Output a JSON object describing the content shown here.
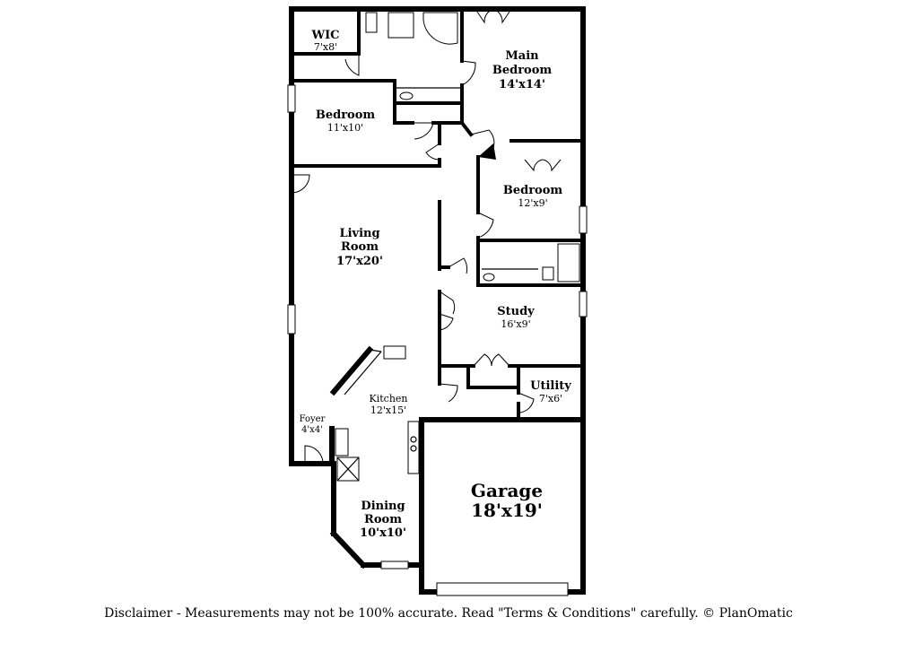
{
  "rooms": {
    "wic": {
      "name": "WIC",
      "size": "7'x8'"
    },
    "main_bedroom": {
      "name_line1": "Main",
      "name_line2": "Bedroom",
      "size": "14'x14'"
    },
    "bedroom_1": {
      "name": "Bedroom",
      "size": "11'x10'"
    },
    "bedroom_2": {
      "name": "Bedroom",
      "size": "12'x9'"
    },
    "living_room": {
      "name_line1": "Living",
      "name_line2": "Room",
      "size": "17'x20'"
    },
    "study": {
      "name": "Study",
      "size": "16'x9'"
    },
    "kitchen": {
      "name": "Kitchen",
      "size": "12'x15'"
    },
    "utility": {
      "name": "Utility",
      "size": "7'x6'"
    },
    "foyer": {
      "name": "Foyer",
      "size": "4'x4'"
    },
    "dining_room": {
      "name_line1": "Dining",
      "name_line2": "Room",
      "size": "10'x10'"
    },
    "garage": {
      "name": "Garage",
      "size": "18'x19'"
    }
  },
  "disclaimer": "Disclaimer - Measurements may not be 100% accurate. Read \"Terms & Conditions\" carefully. © PlanOmatic"
}
